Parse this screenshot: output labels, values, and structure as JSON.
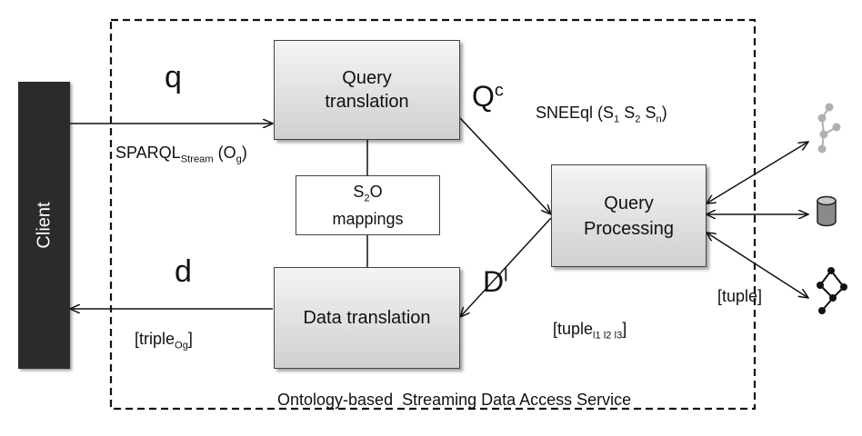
{
  "client": {
    "label": "Client"
  },
  "service": {
    "caption": "Ontology-based  Streaming Data Access Service"
  },
  "query_translation": {
    "line1": "Query",
    "line2": "translation"
  },
  "data_translation": {
    "label": "Data translation"
  },
  "mappings": {
    "line1_main": "S",
    "line1_sub": "2",
    "line1_end": "O",
    "line2": "mappings"
  },
  "query_processing": {
    "line1": "Query",
    "line2": "Processing"
  },
  "labels": {
    "q": "q",
    "d": "d",
    "sparql_main": "SPARQL",
    "sparql_sub": "Stream",
    "sparql_open": " (O",
    "sparql_sub2": "g",
    "sparql_close": ")",
    "qc_main": "Q",
    "qc_sup": "c",
    "dl_main": "D",
    "dl_sup": "l",
    "sneeql_pre": "SNEEql (S",
    "sneeql_sub1": "1",
    "sneeql_mid1": " S",
    "sneeql_sub2": "2",
    "sneeql_mid2": " S",
    "sneeql_sub3": "n",
    "sneeql_close": ")",
    "triple_main": "[triple",
    "triple_sub": "Og",
    "triple_close": "]",
    "tuple_l_main": "[tuple",
    "tuple_l_sub": "l1 l2 l3",
    "tuple_l_close": "]",
    "tuple": "[tuple]"
  },
  "icons": [
    "sensor-graph-icon",
    "database-icon",
    "stream-graph-icon"
  ],
  "colors": {
    "client_bg": "#2b2b2b",
    "client_text": "#ffffff",
    "icon_gray": "#b0b0b0",
    "icon_dark": "#111111"
  }
}
